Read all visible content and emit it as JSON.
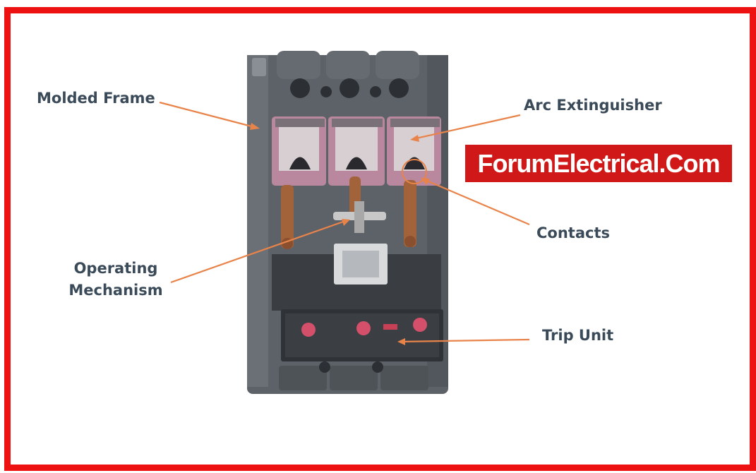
{
  "labels": {
    "molded_frame": "Molded Frame",
    "arc_extinguisher": "Arc Extinguisher",
    "contacts": "Contacts",
    "operating_mechanism_line1": "Operating",
    "operating_mechanism_line2": "Mechanism",
    "trip_unit": "Trip Unit"
  },
  "brand": "ForumElectrical.Com",
  "colors": {
    "border": "#ee1111",
    "brand_bg": "#d11818",
    "label_text": "#3a4a58",
    "arrow": "#e8844a",
    "housing": "#5d6268"
  }
}
